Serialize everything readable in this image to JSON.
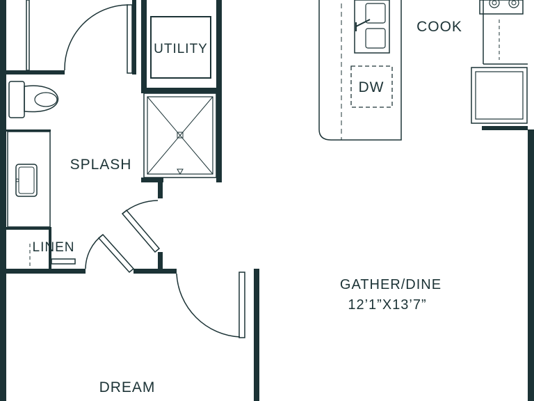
{
  "plan": {
    "wall_color": "#1c3336",
    "background_color": "#ffffff",
    "rooms": {
      "utility": "UTILITY",
      "cook": "COOK",
      "dishwasher": "DW",
      "splash": "SPLASH",
      "linen": "LINEN",
      "gather_dine": "GATHER/DINE",
      "gather_dine_size": "12’1”X13’7”",
      "dream": "DREAM"
    }
  }
}
